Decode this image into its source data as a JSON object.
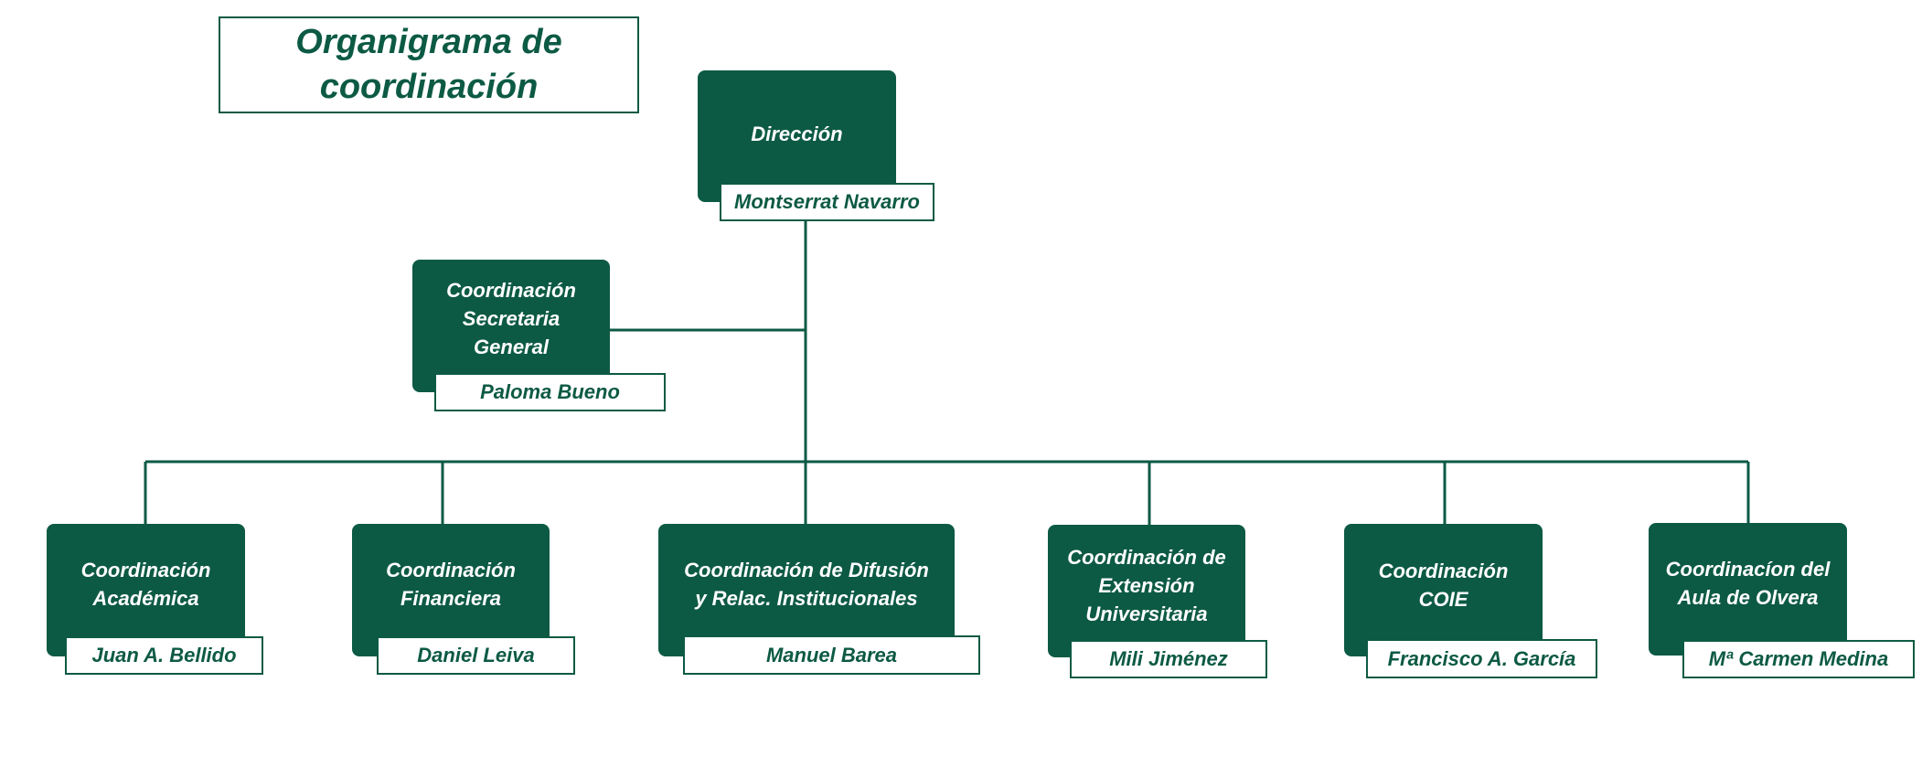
{
  "title": "Organigrama de\ncoordinación",
  "colors": {
    "box_fill": "#0d5a44",
    "line": "#0d5a44",
    "text_on_box": "#ffffff"
  },
  "nodes": [
    {
      "id": "direccion",
      "role": "Dirección",
      "name": "Montserrat Navarro"
    },
    {
      "id": "secretaria",
      "role": "Coordinación\nSecretaria\nGeneral",
      "name": "Paloma Bueno"
    },
    {
      "id": "academica",
      "role": "Coordinación\nAcadémica",
      "name": "Juan A. Bellido"
    },
    {
      "id": "financiera",
      "role": "Coordinación\nFinanciera",
      "name": "Daniel Leiva"
    },
    {
      "id": "difusion",
      "role": "Coordinación de Difusión\ny Relac. Institucionales",
      "name": "Manuel Barea"
    },
    {
      "id": "extension",
      "role": "Coordinación de\nExtensión\nUniversitaria",
      "name": "Mili Jiménez"
    },
    {
      "id": "coie",
      "role": "Coordinación\nCOIE",
      "name": "Francisco A. García"
    },
    {
      "id": "olvera",
      "role": "Coordinacíon del\nAula de Olvera",
      "name": "Mª Carmen Medina"
    }
  ]
}
